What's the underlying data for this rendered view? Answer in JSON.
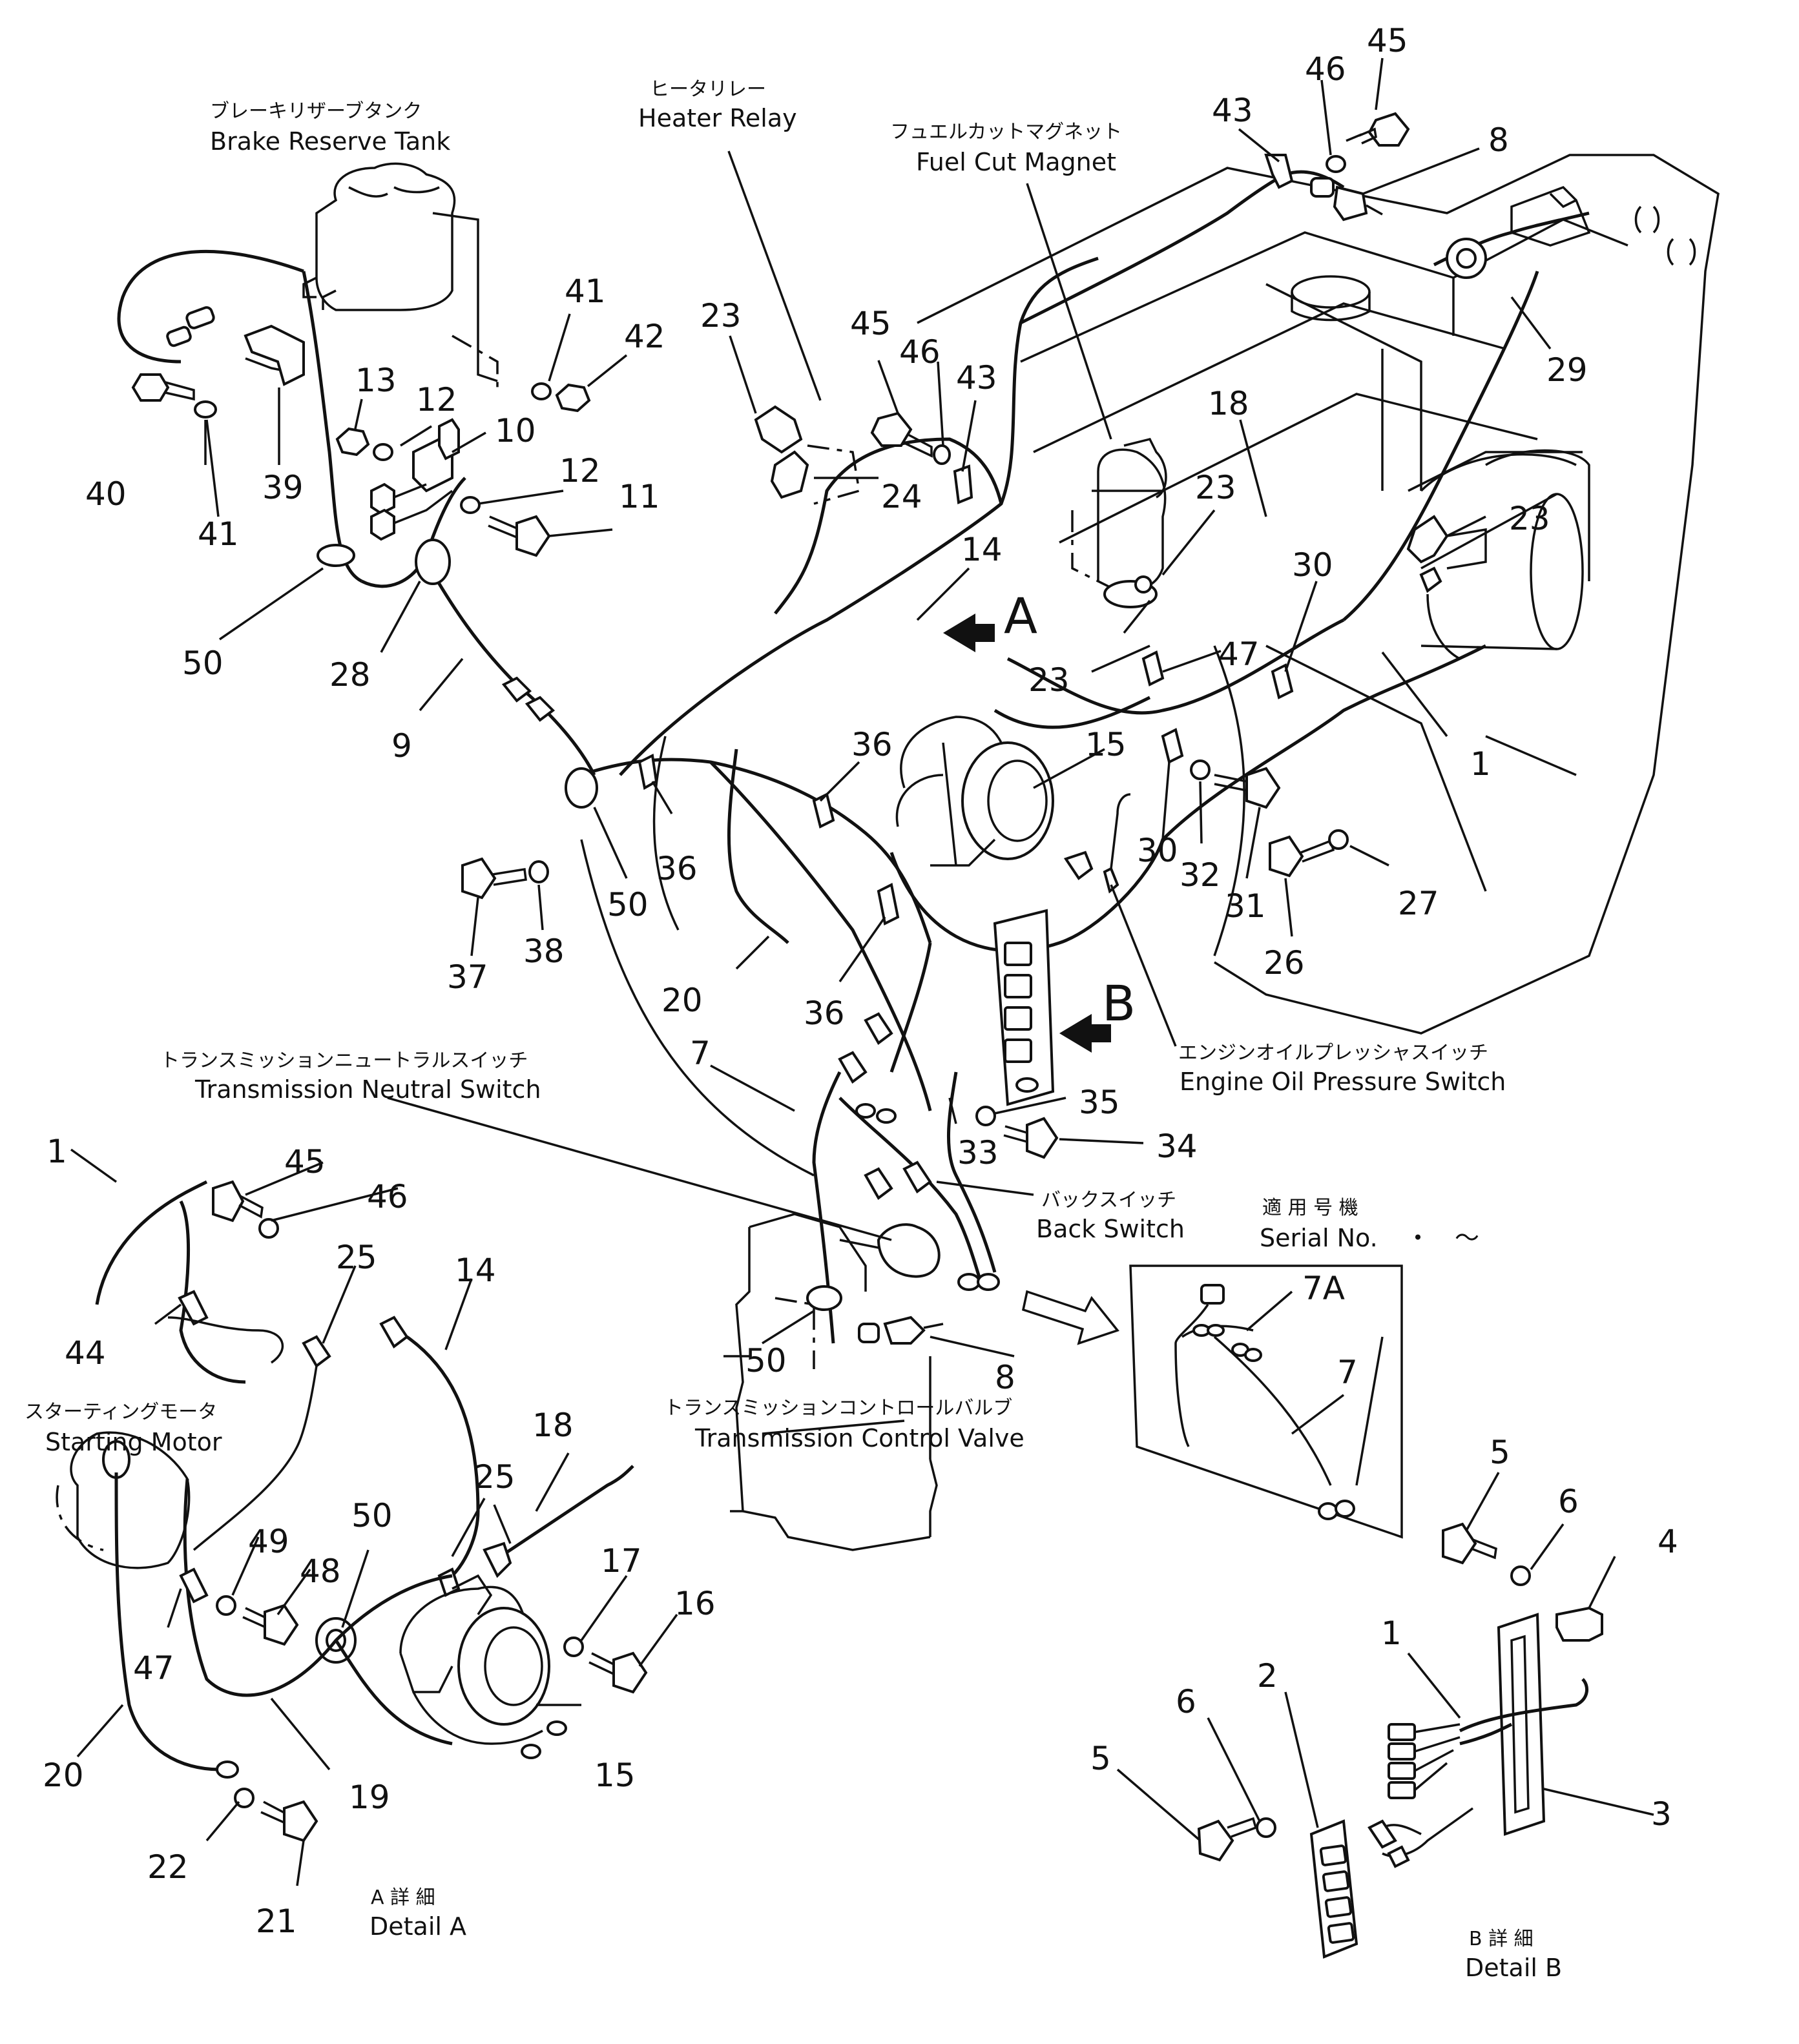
{
  "labels": {
    "brake_tank_jp": "ブレーキリザーブタンク",
    "brake_tank_en": "Brake Reserve Tank",
    "heater_relay_jp": "ヒータリレー",
    "heater_relay_en": "Heater Relay",
    "fuel_cut_jp": "フュエルカットマグネット",
    "fuel_cut_en": "Fuel Cut Magnet",
    "oil_press_jp": "エンジンオイルプレッシャスイッチ",
    "oil_press_en": "Engine Oil Pressure Switch",
    "trans_neutral_jp": "トランスミッションニュートラルスイッチ",
    "trans_neutral_en": "Transmission Neutral Switch",
    "back_switch_jp": "バックスイッチ",
    "back_switch_en": "Back Switch",
    "serial_jp": "適 用 号 機",
    "serial_en": "Serial No.",
    "serial_range": "・　～",
    "trans_valve_jp": "トランスミッションコントロールバルブ",
    "trans_valve_en": "Transmission Control Valve",
    "starting_motor_jp": "スターティングモータ",
    "starting_motor_en": "Starting Motor",
    "detail_a_jp": "A 詳 細",
    "detail_a_en": "Detail A",
    "detail_b_jp": "B 詳 細",
    "detail_b_en": "Detail B",
    "arrow_a": "A",
    "arrow_b": "B"
  },
  "part_numbers": {
    "n45a": "45",
    "n46a": "46",
    "n43a": "43",
    "n8a": "8",
    "n29": "29",
    "n41a": "41",
    "n42": "42",
    "n40": "40",
    "n41b": "41",
    "n39": "39",
    "n13": "13",
    "n12a": "12",
    "n10": "10",
    "n12b": "12",
    "n11": "11",
    "n50a": "50",
    "n28": "28",
    "n9": "9",
    "n23a": "23",
    "n45b": "45",
    "n46b": "46",
    "n43b": "43",
    "n24": "24",
    "n14a": "14",
    "n18a": "18",
    "n23b": "23",
    "n23c": "23",
    "n23d": "23",
    "n30a": "30",
    "n47a": "47",
    "n1a": "1",
    "n15a": "15",
    "n36a": "36",
    "n36b": "36",
    "n50b": "50",
    "n37": "37",
    "n38": "38",
    "n20a": "20",
    "n36c": "36",
    "n30b": "30",
    "n32": "32",
    "n31": "31",
    "n26": "26",
    "n27": "27",
    "n7a": "7",
    "n33": "33",
    "n35": "35",
    "n34": "34",
    "n50c": "50",
    "n8b": "8",
    "n1b": "1",
    "n45c": "45",
    "n46c": "46",
    "n44": "44",
    "n25a": "25",
    "n14b": "14",
    "n18b": "18",
    "n25b": "25",
    "n49": "49",
    "n48": "48",
    "n50d": "50",
    "n17": "17",
    "n16": "16",
    "n47b": "47",
    "n15b": "15",
    "n19": "19",
    "n20b": "20",
    "n22": "22",
    "n21": "21",
    "n7A": "7A",
    "n7b": "7",
    "n5a": "5",
    "n6a": "6",
    "n4": "4",
    "n1c": "1",
    "n2": "2",
    "n6b": "6",
    "n5b": "5",
    "n3": "3"
  }
}
